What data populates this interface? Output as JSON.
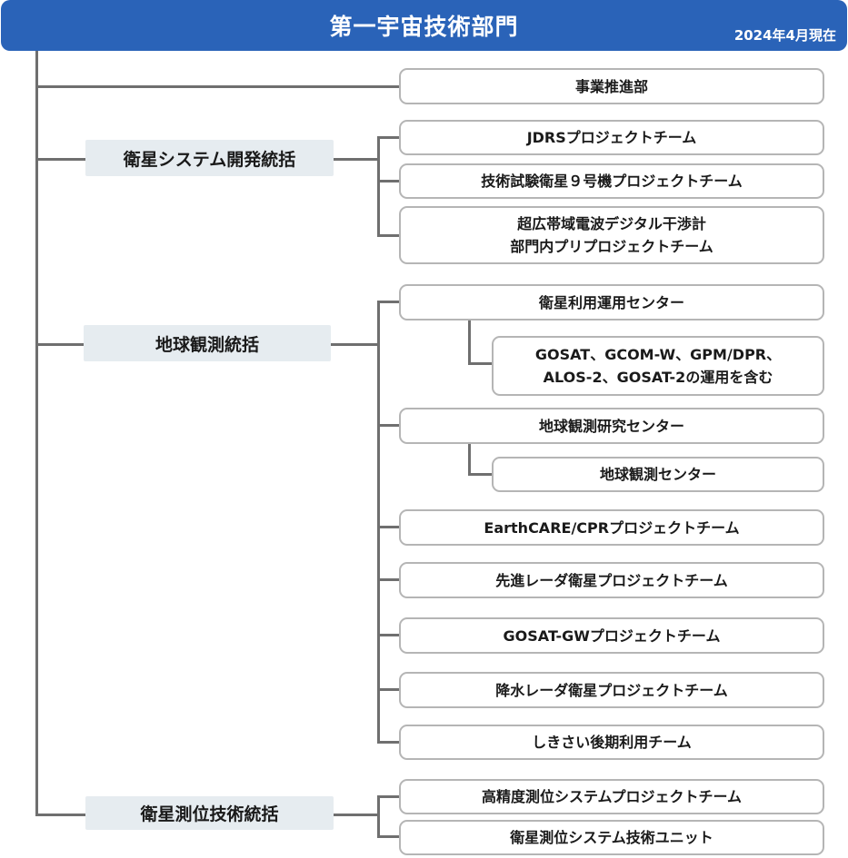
{
  "header": {
    "title": "第一宇宙技術部門",
    "date": "2024年4月現在",
    "color": "#2a63b8"
  },
  "direct_unit": "事業推進部",
  "groups": [
    {
      "name": "衛星システム開発統括",
      "units": [
        "JDRSプロジェクトチーム",
        "技術試験衛星９号機プロジェクトチーム",
        [
          "超広帯域電波デジタル干渉計",
          "部門内プリプロジェクトチーム"
        ]
      ]
    },
    {
      "name": "地球観測統括",
      "units": [
        "衛星利用運用センター",
        [
          "GOSAT、GCOM-W、GPM/DPR、",
          "ALOS-2、GOSAT-2の運用を含む"
        ],
        "地球観測研究センター",
        "地球観測センター",
        "EarthCARE/CPRプロジェクトチーム",
        "先進レーダ衛星プロジェクトチーム",
        "GOSAT-GWプロジェクトチーム",
        "降水レーダ衛星プロジェクトチーム",
        "しきさい後期利用チーム"
      ]
    },
    {
      "name": "衛星測位技術統括",
      "units": [
        "高精度測位システムプロジェクトチーム",
        "衛星測位システム技術ユニット"
      ]
    }
  ]
}
